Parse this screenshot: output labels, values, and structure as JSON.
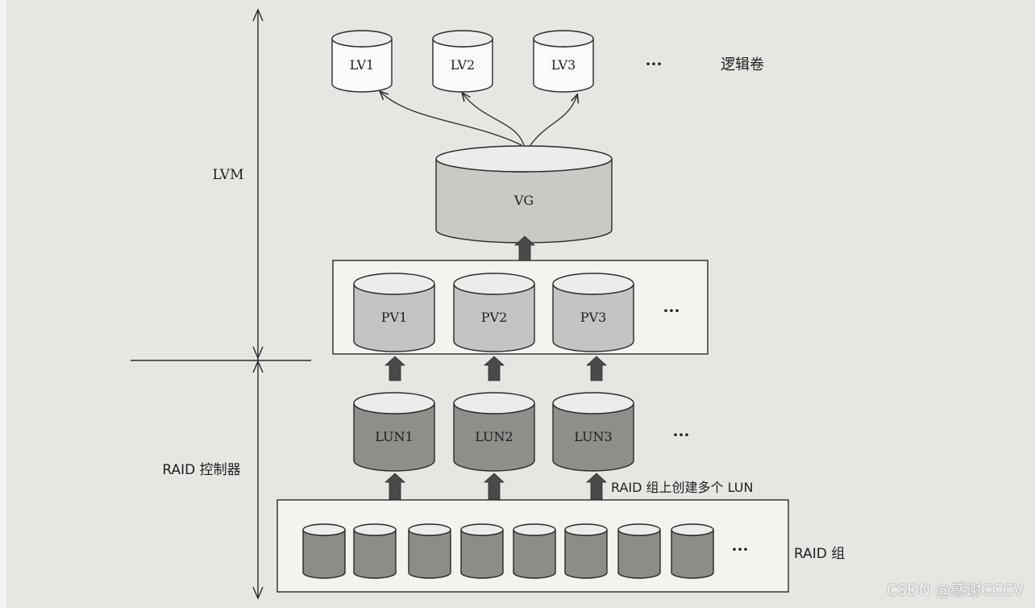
{
  "labels": {
    "lvm": "LVM",
    "raid_controller": "RAID 控制器",
    "logical_volume": "逻辑卷",
    "raid_create_lun": "RAID 组上创建多个 LUN",
    "raid_group": "RAID 组",
    "ellipsis": "···"
  },
  "lvs": [
    "LV1",
    "LV2",
    "LV3"
  ],
  "vg": "VG",
  "pvs": [
    "PV1",
    "PV2",
    "PV3"
  ],
  "luns": [
    "LUN1",
    "LUN2",
    "LUN3"
  ],
  "raid_disk_count": 8,
  "watermark": "CSDN @感谢CCCV",
  "colors": {
    "background": "#e6e6e3",
    "line": "#2a2a2a",
    "lv_fill": "#fafafa",
    "vg_fill": "#c9c9c6",
    "pv_fill": "#c4c4c2",
    "lun_fill": "#8e8e8b",
    "disk_fill": "#8c8c89",
    "box_fill": "#f3f3f0",
    "arrow_fill": "#4a4a48"
  }
}
